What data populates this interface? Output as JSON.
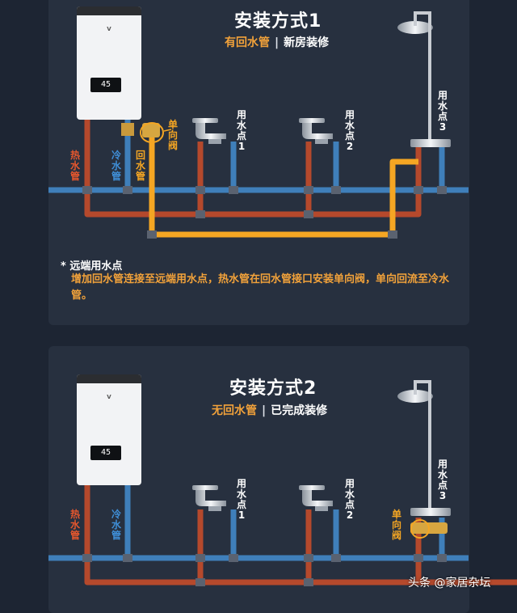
{
  "panel1": {
    "title": "安装方式1",
    "subtitle_a": "有回水管",
    "subtitle_sep": "|",
    "subtitle_b": "新房装修",
    "display": "45",
    "labels": {
      "hot_pipe": "热水管",
      "cold_pipe": "冷水管",
      "return_pipe": "回水管",
      "check_valve": "单向阀",
      "point1": "用水点1",
      "point2": "用水点2",
      "point3": "用水点3"
    },
    "note_title": "* 远端用水点",
    "note_text": "增加回水管连接至远端用水点，热水管在回水管接口安装单向阀，单向回流至冷水管。"
  },
  "panel2": {
    "title": "安装方式2",
    "subtitle_a": "无回水管",
    "subtitle_sep": "|",
    "subtitle_b": "已完成装修",
    "display": "45",
    "labels": {
      "hot_pipe": "热水管",
      "cold_pipe": "冷水管",
      "check_valve": "单向阀",
      "point1": "用水点1",
      "point2": "用水点2",
      "point3": "用水点3"
    }
  },
  "watermark": "头条 @家居杂坛",
  "colors": {
    "background": "#1d2533",
    "panel": "#27303f",
    "hot": "#b5492c",
    "cold": "#3f7fba",
    "return": "#f5a623",
    "accent": "#f2a23a"
  }
}
